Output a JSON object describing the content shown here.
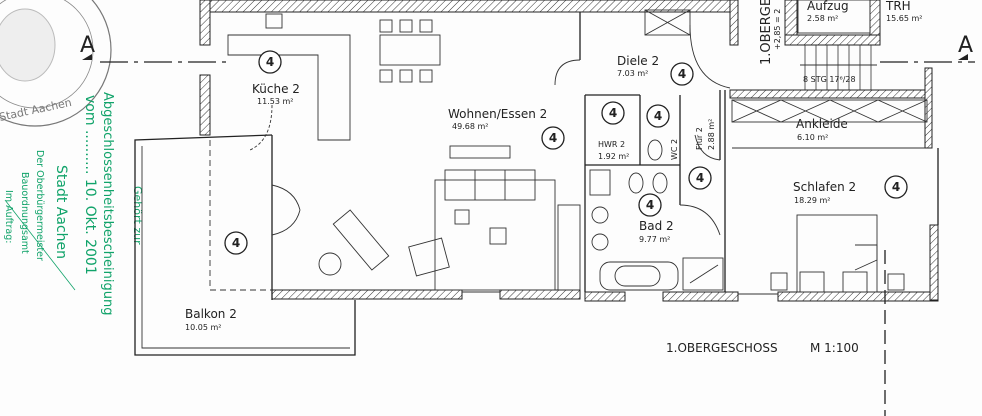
{
  "title": "1.OBERGESCHOSS",
  "scale": "M 1:100",
  "section_marker": "A",
  "level_label": "1.OBERGESCHOSS",
  "level_height": "+2,85 = 2",
  "stairs": "8 STG 17⁶/28",
  "unit_number": "4",
  "rooms": {
    "kueche": {
      "name": "Küche 2",
      "area": "11.53 m²"
    },
    "wohnen": {
      "name": "Wohnen/Essen 2",
      "area": "49.68 m²"
    },
    "diele": {
      "name": "Diele 2",
      "area": "7.03 m²"
    },
    "hwr": {
      "name": "HWR 2",
      "area": "1.92 m²"
    },
    "wc": {
      "name": "WC 2"
    },
    "flur": {
      "name": "Flur 2",
      "area": "2.88 m²"
    },
    "bad": {
      "name": "Bad 2",
      "area": "9.77 m²"
    },
    "ankleide": {
      "name": "Ankleide",
      "area": "6.10 m²"
    },
    "schlafen": {
      "name": "Schlafen 2",
      "area": "18.29 m²"
    },
    "aufzug": {
      "name": "Aufzug",
      "area": "2.58 m²"
    },
    "trh": {
      "name": "TRH",
      "area": "15.65 m²"
    },
    "balkon": {
      "name": "Balkon 2",
      "area": "10.05 m²"
    }
  },
  "stamp": {
    "seal_text": "Stadt Aachen",
    "line1": "Abgeschlossenheitsbescheinigung",
    "line2": "vom .......... 10. Okt. 2001",
    "line3": "Stadt Aachen",
    "line4": "Der Oberbürgermeister",
    "line5": "Bauordnungsamt",
    "line6": "Im Auftrag:",
    "belongs": "Gehört zur",
    "color": "#11a36a"
  }
}
